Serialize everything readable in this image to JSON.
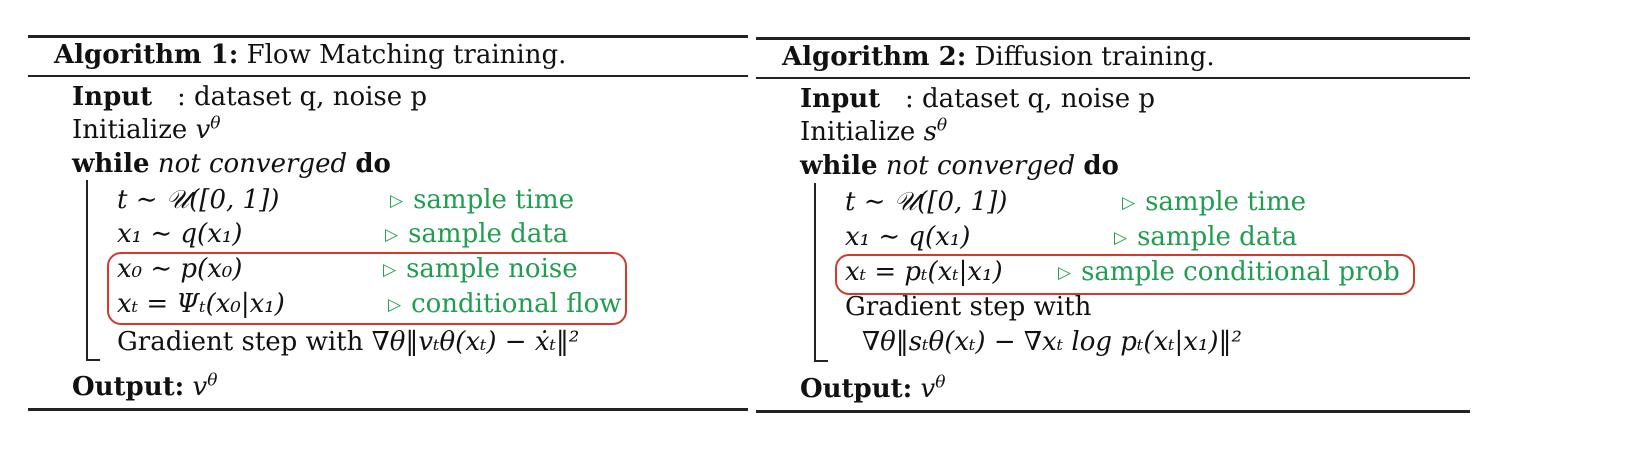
{
  "algo1": {
    "title_bold": "Algorithm 1:",
    "title_text": "Flow Matching training.",
    "input_kw": "Input",
    "input_text": ": dataset q, noise p",
    "init_text": "Initialize",
    "init_var": "v",
    "init_sup": "θ",
    "while_kw": "while",
    "while_cond": "not converged",
    "do_kw": "do",
    "step1_math": "t ∼ 𝒰([0, 1])",
    "step1_comment": "sample time",
    "step2_math": "x₁ ∼ q(x₁)",
    "step2_comment": "sample data",
    "step3_math": "x₀ ∼ p(x₀)",
    "step3_comment": "sample noise",
    "step4_math": "xₜ = Ψₜ(x₀|x₁)",
    "step4_comment": "conditional flow",
    "gradient_text": "Gradient step with",
    "gradient_math": "∇θ‖vₜθ(xₜ) − ẋₜ‖²",
    "output_kw": "Output:",
    "output_var": "v",
    "output_sup": "θ"
  },
  "algo2": {
    "title_bold": "Algorithm 2:",
    "title_text": "Diffusion training.",
    "input_kw": "Input",
    "input_text": ": dataset q, noise p",
    "init_text": "Initialize",
    "init_var": "s",
    "init_sup": "θ",
    "while_kw": "while",
    "while_cond": "not converged",
    "do_kw": "do",
    "step1_math": "t ∼ 𝒰([0, 1])",
    "step1_comment": "sample time",
    "step2_math": "x₁ ∼ q(x₁)",
    "step2_comment": "sample data",
    "step3_math": "xₜ = pₜ(xₜ|x₁)",
    "step3_comment": "sample conditional prob",
    "gradient_text": "Gradient step with",
    "gradient_math": "∇θ‖sₜθ(xₜ) − ∇xₜ log pₜ(xₜ|x₁)‖²",
    "output_kw": "Output:",
    "output_var": "v",
    "output_sup": "θ"
  },
  "colors": {
    "comment_green": "#1f9e4f",
    "highlight_red": "#d23a2e",
    "rule": "#222222"
  },
  "icons": {
    "comment_marker": "triangle-right-outline"
  }
}
